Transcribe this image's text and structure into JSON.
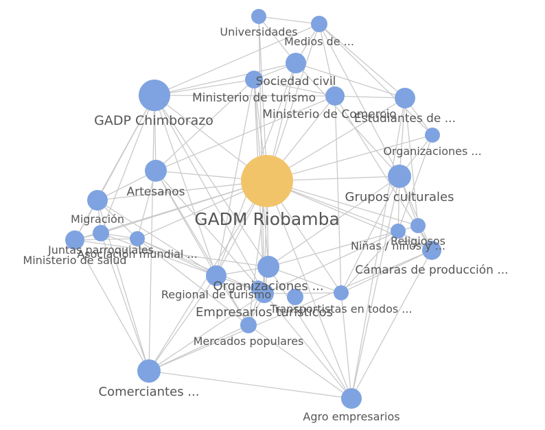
{
  "colors": {
    "hub": "#f2c46a",
    "node": "#7fa3e0",
    "edge": "#c9c9c9",
    "text": "#555555"
  },
  "nodes": [
    {
      "id": "gadm",
      "label": "GADM Riobamba",
      "hub": true
    },
    {
      "id": "gadp",
      "label": "GADP Chimborazo"
    },
    {
      "id": "univ",
      "label": "Universidades"
    },
    {
      "id": "medios",
      "label": "Medios de ..."
    },
    {
      "id": "socciv",
      "label": "Sociedad civil"
    },
    {
      "id": "mintur",
      "label": "Ministerio de turismo"
    },
    {
      "id": "mincom",
      "label": "Ministerio de Comercio"
    },
    {
      "id": "estud",
      "label": "Estudiantes de ..."
    },
    {
      "id": "org1",
      "label": "Organizaciones ..."
    },
    {
      "id": "artes",
      "label": "Artesanos"
    },
    {
      "id": "grupos",
      "label": "Grupos culturales"
    },
    {
      "id": "migra",
      "label": "Migración"
    },
    {
      "id": "juntas",
      "label": "Juntas parroquiales"
    },
    {
      "id": "minsal",
      "label": "Ministerio de salud"
    },
    {
      "id": "mundial",
      "label": "Asociación mundial ..."
    },
    {
      "id": "relig",
      "label": "Religiosos"
    },
    {
      "id": "ninas",
      "label": "Niñas / niños y ..."
    },
    {
      "id": "camaras",
      "label": "Cámaras de producción ..."
    },
    {
      "id": "org2",
      "label": "Organizaciones ..."
    },
    {
      "id": "regtur",
      "label": "Regional de turismo"
    },
    {
      "id": "transp",
      "label": "Transportistas en todos ..."
    },
    {
      "id": "emptur",
      "label": "Empresarios turísticos"
    },
    {
      "id": "mercados",
      "label": "Mercados populares"
    },
    {
      "id": "comer",
      "label": "Comerciantes ..."
    },
    {
      "id": "agro",
      "label": "Agro empresarios"
    }
  ],
  "edges": [
    [
      "gadm",
      "gadp"
    ],
    [
      "gadm",
      "univ"
    ],
    [
      "gadm",
      "medios"
    ],
    [
      "gadm",
      "socciv"
    ],
    [
      "gadm",
      "mintur"
    ],
    [
      "gadm",
      "mincom"
    ],
    [
      "gadm",
      "estud"
    ],
    [
      "gadm",
      "org1"
    ],
    [
      "gadm",
      "artes"
    ],
    [
      "gadm",
      "grupos"
    ],
    [
      "gadm",
      "migra"
    ],
    [
      "gadm",
      "juntas"
    ],
    [
      "gadm",
      "minsal"
    ],
    [
      "gadm",
      "mundial"
    ],
    [
      "gadm",
      "relig"
    ],
    [
      "gadm",
      "ninas"
    ],
    [
      "gadm",
      "camaras"
    ],
    [
      "gadm",
      "org2"
    ],
    [
      "gadm",
      "regtur"
    ],
    [
      "gadm",
      "transp"
    ],
    [
      "gadm",
      "emptur"
    ],
    [
      "gadm",
      "mercados"
    ],
    [
      "gadm",
      "comer"
    ],
    [
      "gadm",
      "agro"
    ],
    [
      "gadp",
      "socciv"
    ],
    [
      "gadp",
      "mintur"
    ],
    [
      "gadp",
      "medios"
    ],
    [
      "gadp",
      "artes"
    ],
    [
      "gadp",
      "migra"
    ],
    [
      "gadp",
      "juntas"
    ],
    [
      "gadp",
      "minsal"
    ],
    [
      "gadp",
      "regtur"
    ],
    [
      "gadp",
      "comer"
    ],
    [
      "gadp",
      "org2"
    ],
    [
      "gadp",
      "emptur"
    ],
    [
      "gadp",
      "mincom"
    ],
    [
      "univ",
      "socciv"
    ],
    [
      "univ",
      "medios"
    ],
    [
      "univ",
      "emptur"
    ],
    [
      "medios",
      "socciv"
    ],
    [
      "medios",
      "estud"
    ],
    [
      "medios",
      "mincom"
    ],
    [
      "medios",
      "grupos"
    ],
    [
      "medios",
      "org1"
    ],
    [
      "socciv",
      "mintur"
    ],
    [
      "socciv",
      "estud"
    ],
    [
      "socciv",
      "grupos"
    ],
    [
      "socciv",
      "regtur"
    ],
    [
      "mintur",
      "mincom"
    ],
    [
      "mintur",
      "artes"
    ],
    [
      "mintur",
      "regtur"
    ],
    [
      "mintur",
      "emptur"
    ],
    [
      "mintur",
      "org2"
    ],
    [
      "mincom",
      "estud"
    ],
    [
      "mincom",
      "camaras"
    ],
    [
      "mincom",
      "transp"
    ],
    [
      "mincom",
      "artes"
    ],
    [
      "estud",
      "grupos"
    ],
    [
      "estud",
      "org1"
    ],
    [
      "estud",
      "relig"
    ],
    [
      "estud",
      "agro"
    ],
    [
      "org1",
      "grupos"
    ],
    [
      "org1",
      "ninas"
    ],
    [
      "artes",
      "migra"
    ],
    [
      "artes",
      "mundial"
    ],
    [
      "artes",
      "regtur"
    ],
    [
      "artes",
      "mercados"
    ],
    [
      "artes",
      "emptur"
    ],
    [
      "grupos",
      "relig"
    ],
    [
      "grupos",
      "ninas"
    ],
    [
      "grupos",
      "camaras"
    ],
    [
      "grupos",
      "org2"
    ],
    [
      "grupos",
      "transp"
    ],
    [
      "grupos",
      "agro"
    ],
    [
      "migra",
      "juntas"
    ],
    [
      "migra",
      "minsal"
    ],
    [
      "migra",
      "mundial"
    ],
    [
      "migra",
      "regtur"
    ],
    [
      "migra",
      "comer"
    ],
    [
      "juntas",
      "minsal"
    ],
    [
      "juntas",
      "mundial"
    ],
    [
      "juntas",
      "comer"
    ],
    [
      "juntas",
      "regtur"
    ],
    [
      "minsal",
      "mundial"
    ],
    [
      "minsal",
      "comer"
    ],
    [
      "minsal",
      "org2"
    ],
    [
      "mundial",
      "regtur"
    ],
    [
      "mundial",
      "emptur"
    ],
    [
      "mundial",
      "mercados"
    ],
    [
      "relig",
      "ninas"
    ],
    [
      "relig",
      "camaras"
    ],
    [
      "relig",
      "org2"
    ],
    [
      "ninas",
      "camaras"
    ],
    [
      "ninas",
      "transp"
    ],
    [
      "ninas",
      "emptur"
    ],
    [
      "camaras",
      "agro"
    ],
    [
      "camaras",
      "transp"
    ],
    [
      "camaras",
      "comer"
    ],
    [
      "org2",
      "regtur"
    ],
    [
      "org2",
      "transp"
    ],
    [
      "org2",
      "emptur"
    ],
    [
      "org2",
      "mercados"
    ],
    [
      "org2",
      "agro"
    ],
    [
      "regtur",
      "emptur"
    ],
    [
      "regtur",
      "mercados"
    ],
    [
      "regtur",
      "comer"
    ],
    [
      "transp",
      "emptur"
    ],
    [
      "transp",
      "agro"
    ],
    [
      "emptur",
      "mercados"
    ],
    [
      "emptur",
      "comer"
    ],
    [
      "emptur",
      "agro"
    ],
    [
      "mercados",
      "comer"
    ],
    [
      "mercados",
      "agro"
    ],
    [
      "comer",
      "agro"
    ]
  ]
}
